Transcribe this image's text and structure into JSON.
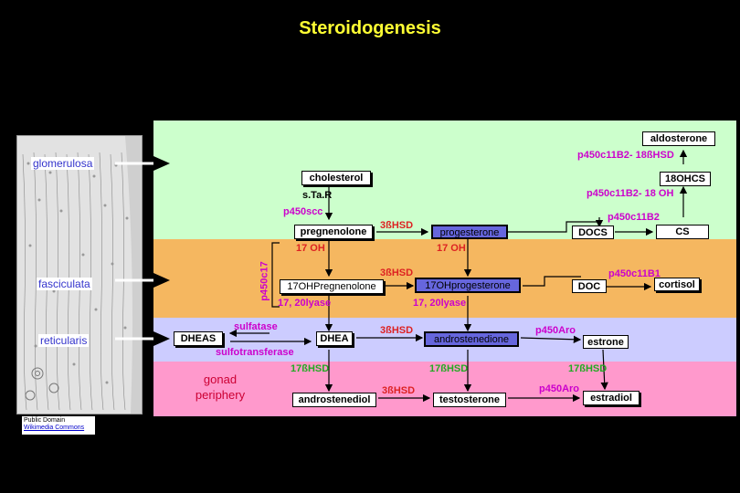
{
  "title": "Steroidogenesis",
  "zones": {
    "glomerulosa": "glomerulosa",
    "fasciculata": "fasciculata",
    "reticularis": "reticularis",
    "gonad_line1": "gonad",
    "gonad_line2": "periphery"
  },
  "credit": {
    "line1": "Public Domain",
    "line2": "Wikimedia Commons"
  },
  "colors": {
    "title": "#ffff33",
    "green_band": "#ccffcc",
    "orange_band": "#f5b760",
    "purple_band": "#ccccff",
    "pink_band": "#ff99cc",
    "highlight_box": "#6666dd"
  },
  "molecules": {
    "aldosterone": "aldosterone",
    "cholesterol": "cholesterol",
    "ohcs18": "18OHCS",
    "pregnenolone": "pregnenolone",
    "progesterone": "progesterone",
    "docs": "DOCS",
    "cs": "CS",
    "oh17preg": "17OHPregnenolone",
    "oh17prog": "17OHprogesterone",
    "doc": "DOC",
    "cortisol": "cortisol",
    "dheas": "DHEAS",
    "dhea": "DHEA",
    "androstenedione": "androstenedione",
    "estrone": "estrone",
    "androstenediol": "androstenediol",
    "testosterone": "testosterone",
    "estradiol": "estradiol"
  },
  "enzymes": {
    "p450c11b2_18hsd": "p450c11B2- 18ßHSD",
    "star": "s.Ta.R",
    "p450c11b2_18oh": "p450c11B2- 18 OH",
    "p450scc": "p450scc",
    "hsd3b_1": "3ßHSD",
    "p450c11b2": "p450c11B2",
    "oh17_1": "17 OH",
    "oh17_2": "17 OH",
    "p450c17": "p450c17",
    "hsd3b_2": "3ßHSD",
    "p450c11b1": "p450c11B1",
    "lyase_1": "17, 20lyase",
    "lyase_2": "17, 20lyase",
    "sulfatase": "sulfatase",
    "hsd3b_3": "3ßHSD",
    "p450aro_1": "p450Aro",
    "sulfotransferase": "sulfotransferase",
    "hsd17b_1": "17ßHSD",
    "hsd17b_2": "17ßHSD",
    "hsd17b_3": "17ßHSD",
    "hsd3b_4": "3ßHSD",
    "p450aro_2": "p450Aro"
  }
}
